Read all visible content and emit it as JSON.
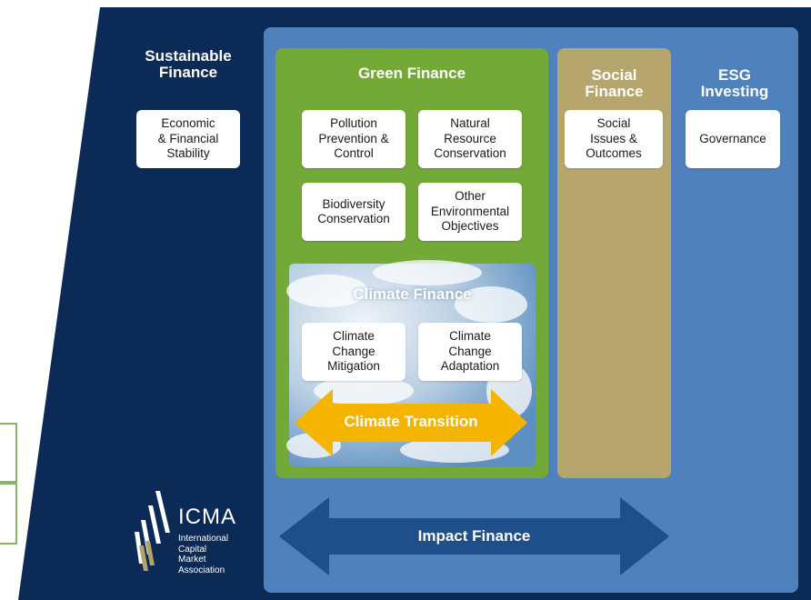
{
  "colors": {
    "navy": "#0b2a55",
    "impact_panel": "#4f81bd",
    "green": "#73a936",
    "social": "#b6a66e",
    "climate_arrow": "#f5b400",
    "impact_arrow": "#1f4f8a"
  },
  "sustainable_finance": {
    "title": "Sustainable\nFinance",
    "box": "Economic\n& Financial\nStability"
  },
  "green_finance": {
    "title": "Green Finance",
    "boxes": [
      "Pollution\nPrevention &\nControl",
      "Natural\nResource\nConservation",
      "Biodiversity\nConservation",
      "Other\nEnvironmental\nObjectives"
    ]
  },
  "climate_finance": {
    "title": "Climate Finance",
    "boxes": [
      "Climate\nChange\nMitigation",
      "Climate\nChange\nAdaptation"
    ],
    "arrow_label": "Climate Transition"
  },
  "social_finance": {
    "title": "Social\nFinance",
    "box": "Social\nIssues &\nOutcomes"
  },
  "esg_investing": {
    "title": "ESG\nInvesting",
    "box": "Governance"
  },
  "impact_finance": {
    "label": "Impact Finance"
  },
  "logo": {
    "name": "ICMA",
    "subtitle": [
      "International",
      "Capital",
      "Market",
      "Association"
    ]
  }
}
